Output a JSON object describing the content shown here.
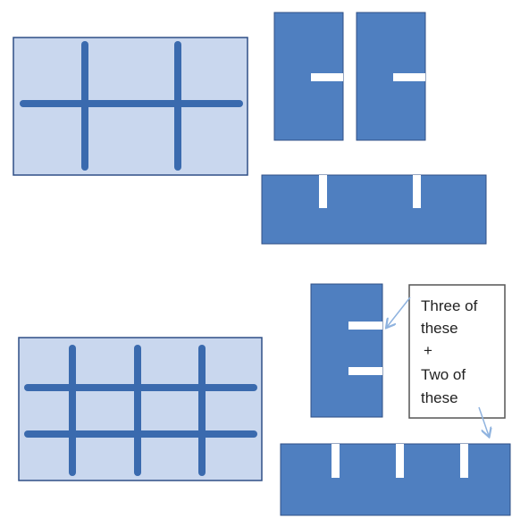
{
  "colors": {
    "light_fill": "#c9d7ee",
    "dark_fill": "#4f7fc0",
    "edge": "#2f4f86",
    "divider": "#3a6aae",
    "callout_border": "#555555",
    "arrow": "#8fb3df"
  },
  "callout": {
    "line1": "Three of",
    "line2": "these",
    "line3": "+",
    "line4": "Two of",
    "line5": "these"
  }
}
